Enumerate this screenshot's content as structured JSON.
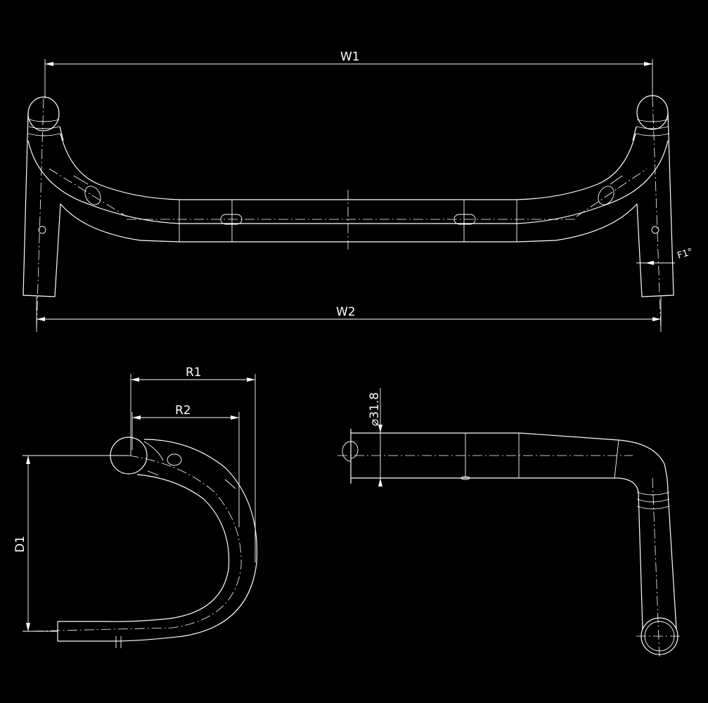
{
  "dimensions": {
    "w1": "W1",
    "w2": "W2",
    "r1": "R1",
    "r2": "R2",
    "d1": "D1",
    "flare": "F1°",
    "clamp_diameter": "⌀31.8"
  },
  "colors": {
    "background": "#000000",
    "line": "#ffffff"
  }
}
